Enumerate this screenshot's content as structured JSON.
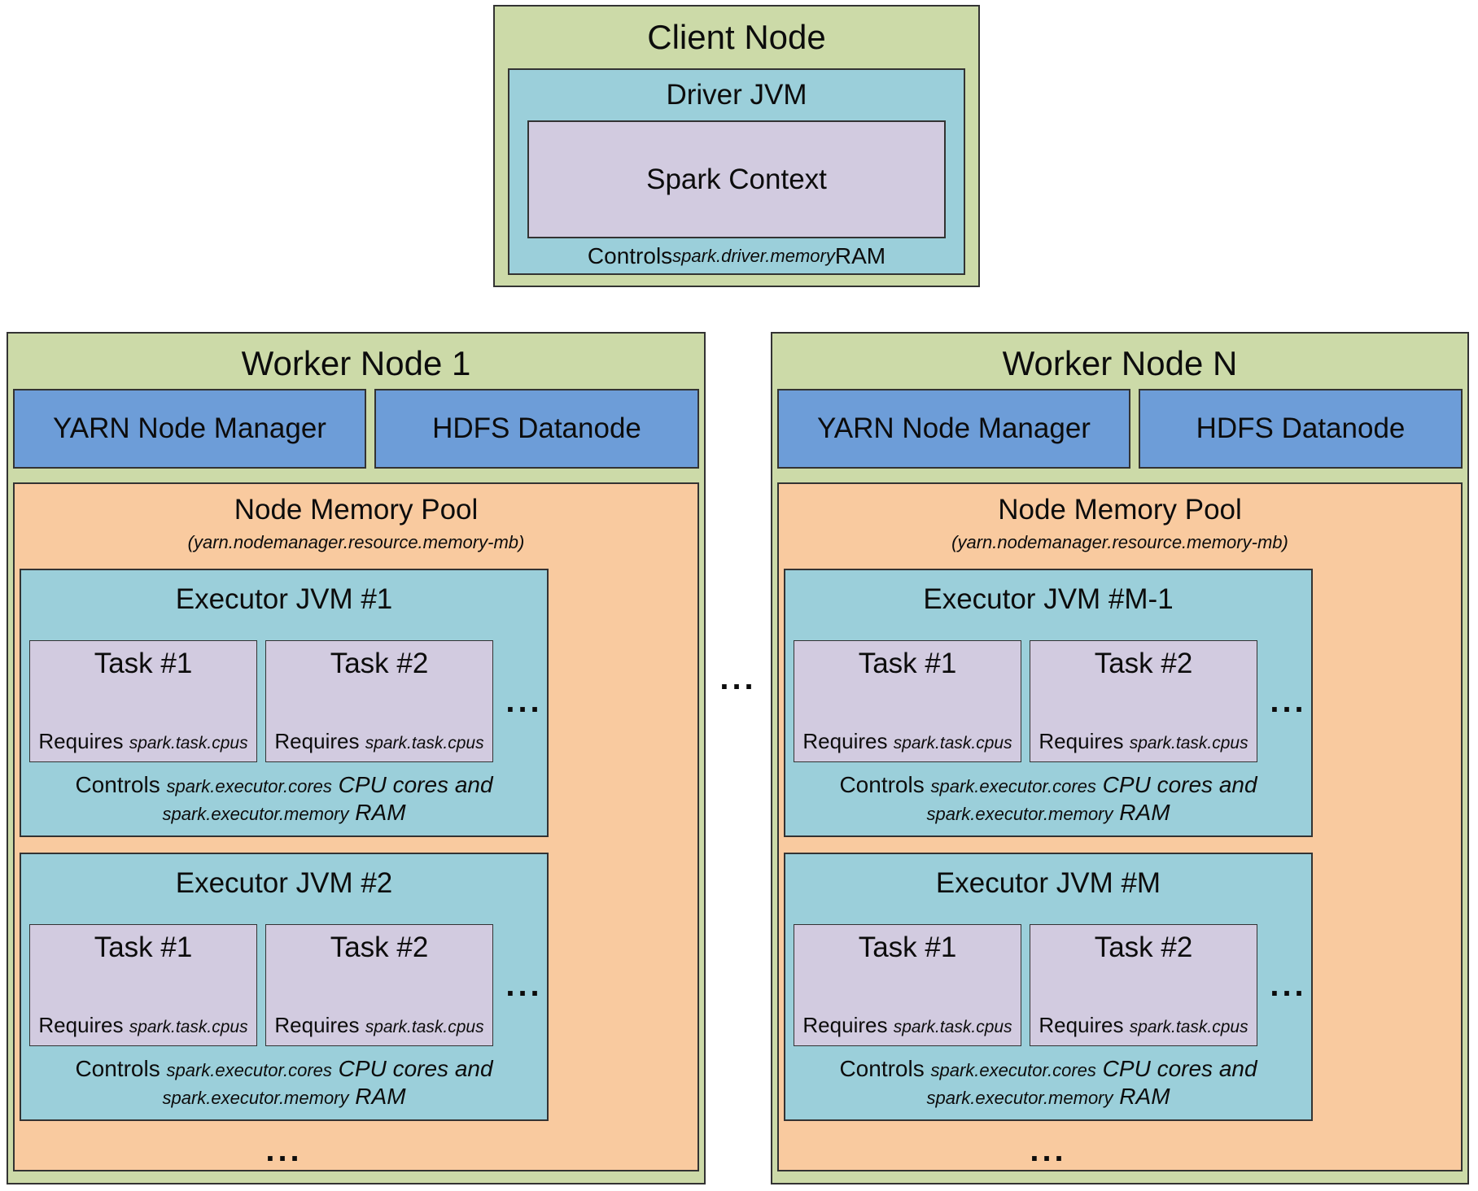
{
  "colors": {
    "node_green": "#ccdaa8",
    "jvm_cyan": "#9bcfda",
    "task_purple": "#d2cbe0",
    "pool_orange": "#f9ca9f",
    "daemon_blue": "#6d9dd8",
    "border_dark": "#333333"
  },
  "diagram": {
    "client": {
      "title": "Client Node",
      "driver": {
        "title": "Driver JVM",
        "context_label": "Spark Context",
        "controls": {
          "prefix": "Controls ",
          "property": "spark.driver.memory",
          "suffix": " RAM"
        }
      }
    },
    "between_workers_ellipsis": "...",
    "workers": [
      {
        "title": "Worker Node 1",
        "yarn_label": "YARN Node Manager",
        "hdfs_label": "HDFS Datanode",
        "pool": {
          "title": "Node Memory Pool",
          "subtitle": "(yarn.nodemanager.resource.memory-mb)",
          "bottom_ellipsis": "...",
          "executors": [
            {
              "title": "Executor JVM #1",
              "tasks": [
                {
                  "title": "Task #1",
                  "requires": {
                    "prefix": "Requires ",
                    "property": "spark.task.cpus"
                  }
                },
                {
                  "title": "Task #2",
                  "requires": {
                    "prefix": "Requires ",
                    "property": "spark.task.cpus"
                  }
                }
              ],
              "tasks_ellipsis": "...",
              "controls": {
                "prefix": "Controls ",
                "property1": "spark.executor.cores",
                "middle": " CPU cores and",
                "property2": "spark.executor.memory",
                "suffix": " RAM"
              }
            },
            {
              "title": "Executor JVM #2",
              "tasks": [
                {
                  "title": "Task #1",
                  "requires": {
                    "prefix": "Requires ",
                    "property": "spark.task.cpus"
                  }
                },
                {
                  "title": "Task #2",
                  "requires": {
                    "prefix": "Requires ",
                    "property": "spark.task.cpus"
                  }
                }
              ],
              "tasks_ellipsis": "...",
              "controls": {
                "prefix": "Controls ",
                "property1": "spark.executor.cores",
                "middle": " CPU cores and",
                "property2": "spark.executor.memory",
                "suffix": " RAM"
              }
            }
          ]
        }
      },
      {
        "title": "Worker Node N",
        "yarn_label": "YARN Node Manager",
        "hdfs_label": "HDFS Datanode",
        "pool": {
          "title": "Node Memory Pool",
          "subtitle": "(yarn.nodemanager.resource.memory-mb)",
          "bottom_ellipsis": "...",
          "executors": [
            {
              "title": "Executor JVM #M-1",
              "tasks": [
                {
                  "title": "Task #1",
                  "requires": {
                    "prefix": "Requires ",
                    "property": "spark.task.cpus"
                  }
                },
                {
                  "title": "Task #2",
                  "requires": {
                    "prefix": "Requires ",
                    "property": "spark.task.cpus"
                  }
                }
              ],
              "tasks_ellipsis": "...",
              "controls": {
                "prefix": "Controls ",
                "property1": "spark.executor.cores",
                "middle": " CPU cores and",
                "property2": "spark.executor.memory",
                "suffix": " RAM"
              }
            },
            {
              "title": "Executor JVM #M",
              "tasks": [
                {
                  "title": "Task #1",
                  "requires": {
                    "prefix": "Requires ",
                    "property": "spark.task.cpus"
                  }
                },
                {
                  "title": "Task #2",
                  "requires": {
                    "prefix": "Requires ",
                    "property": "spark.task.cpus"
                  }
                }
              ],
              "tasks_ellipsis": "...",
              "controls": {
                "prefix": "Controls ",
                "property1": "spark.executor.cores",
                "middle": " CPU cores and",
                "property2": "spark.executor.memory",
                "suffix": " RAM"
              }
            }
          ]
        }
      }
    ]
  }
}
